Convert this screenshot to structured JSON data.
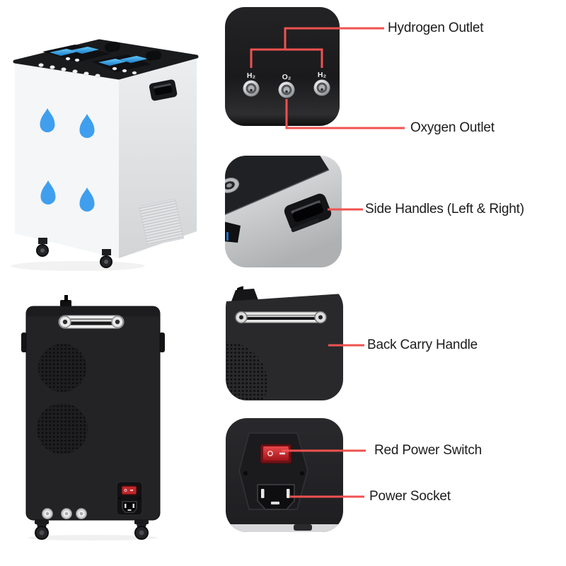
{
  "callouts": {
    "hydrogen_outlet": "Hydrogen Outlet",
    "oxygen_outlet": "Oxygen Outlet",
    "side_handles": "Side Handles (Left & Right)",
    "back_carry_handle": "Back Carry Handle",
    "red_power_switch": "Red Power Switch",
    "power_socket": "Power Socket"
  },
  "gas_ports": {
    "left": "H₂",
    "center": "O₂",
    "right": "H₂"
  },
  "colors": {
    "callout_line": "#f05150",
    "label_text": "#1c1c1c",
    "switch_red": "#d93a3c",
    "water_drop_blue": "#3f9fee",
    "lcd_blue": "#2e9ce2",
    "background": "#ffffff"
  }
}
